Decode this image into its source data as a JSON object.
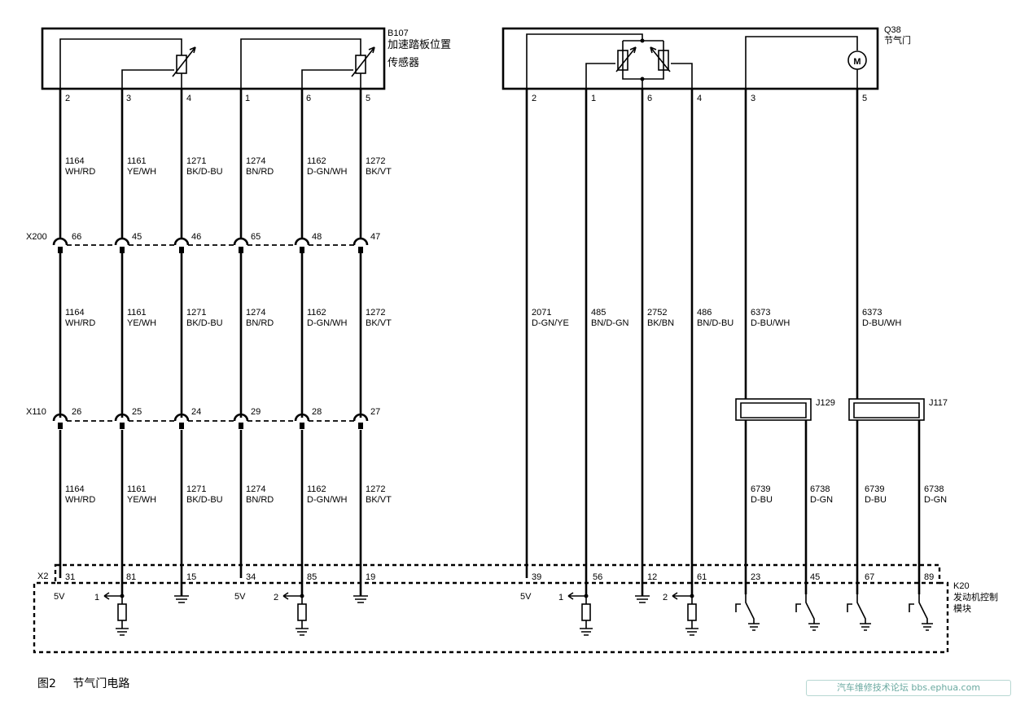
{
  "components": {
    "b107": {
      "ref": "B107",
      "name_line1": "加速踏板位置",
      "name_line2": "传感器",
      "pins": [
        "2",
        "3",
        "4",
        "1",
        "6",
        "5"
      ]
    },
    "q38": {
      "ref": "Q38",
      "name": "节气门",
      "motor_symbol": "M",
      "pins": [
        "2",
        "1",
        "6",
        "4",
        "3",
        "5"
      ]
    },
    "k20": {
      "ref": "K20",
      "name_line1": "发动机控制",
      "name_line2": "模块"
    }
  },
  "connectors": {
    "x200": {
      "ref": "X200",
      "pins": [
        "66",
        "45",
        "46",
        "65",
        "48",
        "47"
      ]
    },
    "x110": {
      "ref": "X110",
      "pins": [
        "26",
        "25",
        "24",
        "29",
        "28",
        "27"
      ]
    },
    "x2": {
      "ref": "X2",
      "pins": [
        "31",
        "81",
        "15",
        "34",
        "85",
        "19",
        "39",
        "56",
        "12",
        "61",
        "23",
        "45",
        "67",
        "89"
      ]
    },
    "j129": {
      "ref": "J129"
    },
    "j117": {
      "ref": "J117"
    }
  },
  "left_wires": [
    {
      "circuit": "1164",
      "color": "WH/RD"
    },
    {
      "circuit": "1161",
      "color": "YE/WH"
    },
    {
      "circuit": "1271",
      "color": "BK/D-BU"
    },
    {
      "circuit": "1274",
      "color": "BN/RD"
    },
    {
      "circuit": "1162",
      "color": "D-GN/WH"
    },
    {
      "circuit": "1272",
      "color": "BK/VT"
    }
  ],
  "right_wires": [
    {
      "circuit": "2071",
      "color": "D-GN/YE"
    },
    {
      "circuit": "485",
      "color": "BN/D-GN"
    },
    {
      "circuit": "2752",
      "color": "BK/BN"
    },
    {
      "circuit": "486",
      "color": "BN/D-BU"
    },
    {
      "circuit": "6373",
      "color": "D-BU/WH"
    },
    {
      "circuit": "6373",
      "color": "D-BU/WH"
    }
  ],
  "lower_right_wires": [
    {
      "circuit": "6739",
      "color": "D-BU"
    },
    {
      "circuit": "6738",
      "color": "D-GN"
    },
    {
      "circuit": "6739",
      "color": "D-BU"
    },
    {
      "circuit": "6738",
      "color": "D-GN"
    }
  ],
  "module_terms": {
    "supply_5v": "5V",
    "signal_1": "1",
    "signal_2": "2"
  },
  "caption": {
    "figure": "图2",
    "title": "节气门电路"
  },
  "watermark": "汽车维修技术论坛 bbs.ephua.com"
}
